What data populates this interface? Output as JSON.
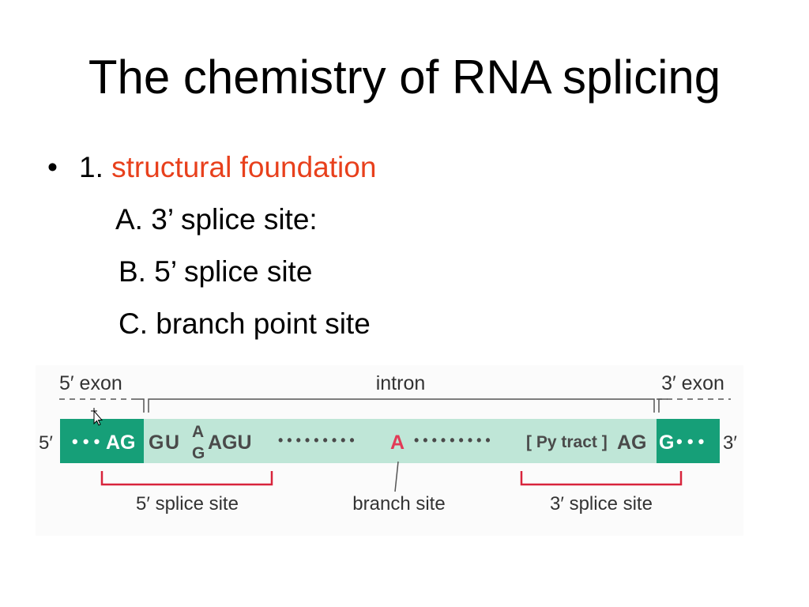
{
  "slide": {
    "title": "The chemistry of RNA splicing",
    "bullet": {
      "marker": "•",
      "number": "1.",
      "heading": "structural foundation",
      "accent_color": "#e8401c"
    },
    "subitems": [
      "A. 3’ splice site:",
      "B. 5’ splice site",
      "C. branch point site"
    ]
  },
  "figure": {
    "top_labels": {
      "exon5": "5′ exon",
      "intron": "intron",
      "exon3": "3′ exon"
    },
    "end_labels": {
      "left": "5′",
      "right": "3′"
    },
    "strand": {
      "dots_left": "• • •",
      "ag_left": "AG",
      "g": "G",
      "u": "U",
      "stacked_top": "A",
      "stacked_bottom": "G",
      "agu": "AGU",
      "dots_mid_left": "• • • • • • • • •",
      "branch_a": "A",
      "dots_mid_right": "• • • • • • • • •",
      "py_tract": "[ Py tract ]",
      "ag_right": "AG",
      "g_right": "G",
      "dots_right": "• • •"
    },
    "bottom_labels": {
      "splice5": "5′ splice site",
      "branch": "branch site",
      "splice3": "3′ splice site"
    },
    "colors": {
      "exon": "#169f78",
      "intron": "#bfe6d7",
      "bracket": "#d8243c",
      "branch_a": "#e23a56",
      "text": "#333333"
    }
  }
}
